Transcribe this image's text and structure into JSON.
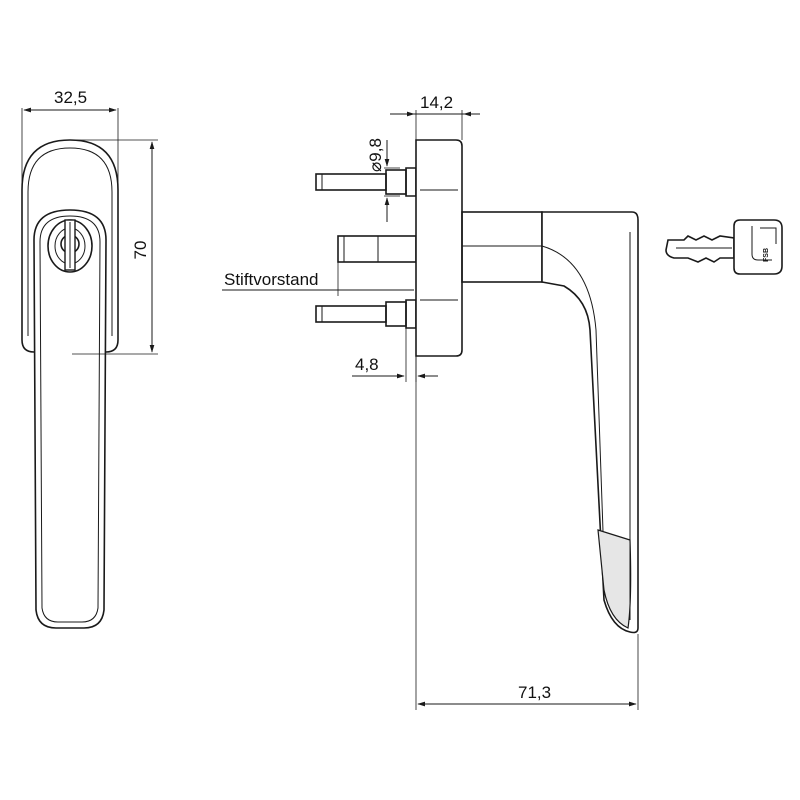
{
  "dimensions": {
    "front_width": "32,5",
    "front_height": "70",
    "rosette_depth": "14,2",
    "pin_diameter": "⌀9,8",
    "pin_projection_label": "Stiftvorstand",
    "pin_offset": "4,8",
    "total_projection": "71,3"
  },
  "key": {
    "brand_mark": "FSB"
  }
}
